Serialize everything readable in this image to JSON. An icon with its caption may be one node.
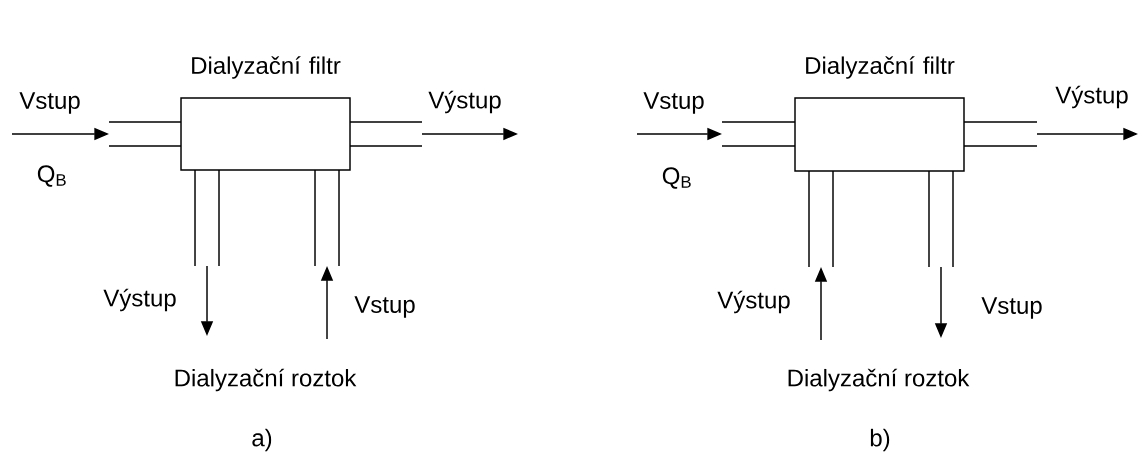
{
  "diagram": {
    "nodes": [
      {
        "text": [
          "Dialyzační filtr"
        ]
      },
      {
        "text": [],
        "shape": "tube"
      },
      {
        "text": [],
        "shape": "tube"
      },
      {
        "text": [],
        "shape": "tube"
      },
      {
        "text": [],
        "shape": "tube"
      },
      {
        "text": [
          "Dialyzační filtr"
        ]
      },
      {
        "text": [],
        "shape": "tube"
      },
      {
        "text": [],
        "shape": "tube"
      },
      {
        "text": [],
        "shape": "tube"
      },
      {
        "text": [],
        "shape": "tube"
      }
    ],
    "edges": [
      {
        "from": null,
        "to": 1,
        "arrow": "to",
        "label": "Vstup"
      },
      {
        "from": 2,
        "to": null,
        "arrow": "to",
        "label": "Výstup"
      },
      {
        "from": 3,
        "to": null,
        "arrow": "to",
        "label": "Výstup"
      },
      {
        "from": null,
        "to": 4,
        "arrow": "to",
        "label": "Vstup"
      },
      {
        "from": null,
        "to": 6,
        "arrow": "to",
        "label": "Vstup"
      },
      {
        "from": 7,
        "to": null,
        "arrow": "to",
        "label": "Výstup"
      },
      {
        "from": null,
        "to": 8,
        "arrow": "to",
        "label": "Výstup"
      },
      {
        "from": 9,
        "to": null,
        "arrow": "to",
        "label": "Vstup"
      }
    ],
    "labels": [
      "Q$_{B}$",
      "Dialyzační roztok",
      "a)",
      "Q$_{B}$",
      "Dialyzační roztok",
      "b)"
    ]
  }
}
